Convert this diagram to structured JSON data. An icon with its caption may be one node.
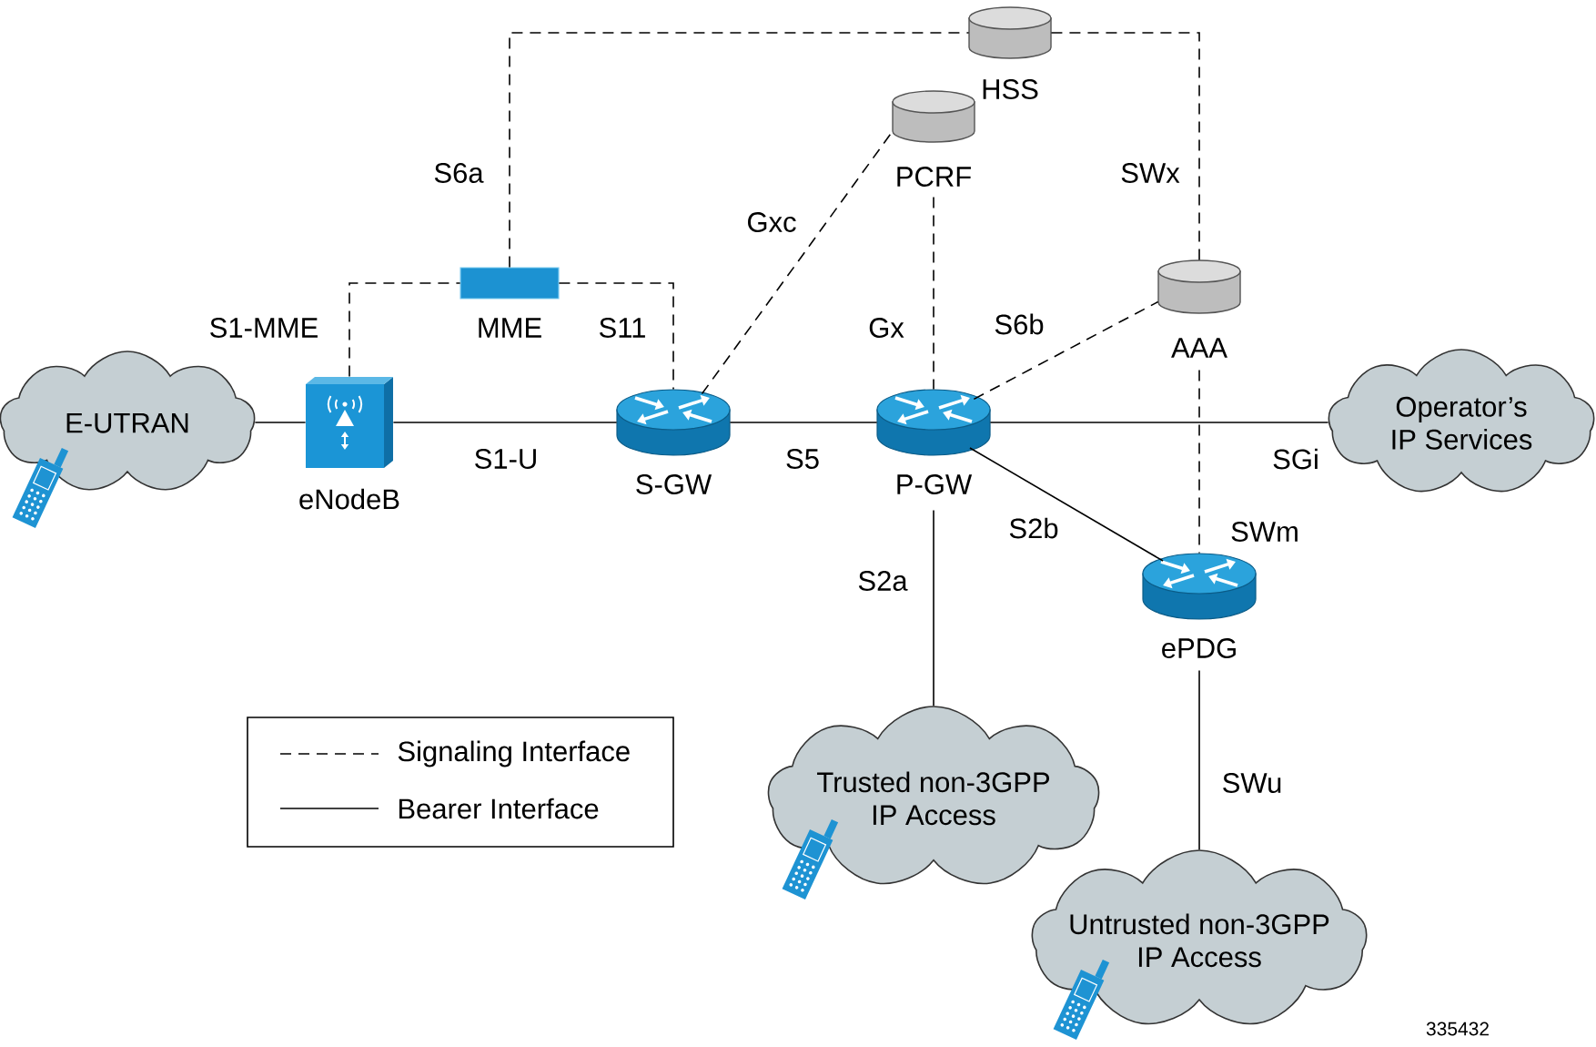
{
  "diagram": {
    "nodes": [
      {
        "text": [
          "HSS"
        ]
      },
      {
        "text": [
          "PCRF"
        ]
      },
      {
        "text": [
          "MME"
        ]
      },
      {
        "text": [
          "AAA"
        ]
      },
      {
        "text": [
          "E-UTRAN"
        ]
      },
      {
        "text": [
          "eNodeB"
        ]
      },
      {
        "text": [
          "S-GW"
        ]
      },
      {
        "text": [
          "P-GW"
        ]
      },
      {
        "text": [
          "Operator’s IP Services"
        ]
      },
      {
        "text": [
          "ePDG"
        ]
      },
      {
        "text": [
          "Trusted non-3GPP IP Access"
        ]
      },
      {
        "text": [
          "Untrusted non-3GPP IP Access"
        ]
      }
    ],
    "edges": [
      {
        "from": 2,
        "to": 0,
        "arrow": "none",
        "label": "S6a",
        "style": "dashed"
      },
      {
        "from": 0,
        "to": 3,
        "arrow": "none",
        "label": "SWx",
        "style": "dashed"
      },
      {
        "from": 5,
        "to": 2,
        "arrow": "none",
        "label": "S1-MME",
        "style": "dashed"
      },
      {
        "from": 2,
        "to": 6,
        "arrow": "none",
        "label": "S11",
        "style": "dashed"
      },
      {
        "from": 6,
        "to": 1,
        "arrow": "none",
        "label": "Gxc",
        "style": "dashed"
      },
      {
        "from": 1,
        "to": 7,
        "arrow": "none",
        "label": "Gx",
        "style": "dashed"
      },
      {
        "from": 7,
        "to": 3,
        "arrow": "none",
        "label": "S6b",
        "style": "dashed"
      },
      {
        "from": 3,
        "to": 9,
        "arrow": "none",
        "label": "SWm",
        "style": "dashed"
      },
      {
        "from": 4,
        "to": 5,
        "arrow": "none"
      },
      {
        "from": 5,
        "to": 6,
        "arrow": "none",
        "label": "S1-U"
      },
      {
        "from": 6,
        "to": 7,
        "arrow": "none",
        "label": "S5"
      },
      {
        "from": 7,
        "to": 8,
        "arrow": "none",
        "label": "SGi"
      },
      {
        "from": 7,
        "to": 9,
        "arrow": "none",
        "label": "S2b"
      },
      {
        "from": 7,
        "to": 10,
        "arrow": "none",
        "label": "S2a"
      },
      {
        "from": 9,
        "to": 11,
        "arrow": "none",
        "label": "SWu"
      }
    ],
    "labels": [
      "335432"
    ],
    "legend": [
      {
        "text": "Signaling Interface"
      },
      {
        "text": "Bearer Interface"
      }
    ]
  }
}
